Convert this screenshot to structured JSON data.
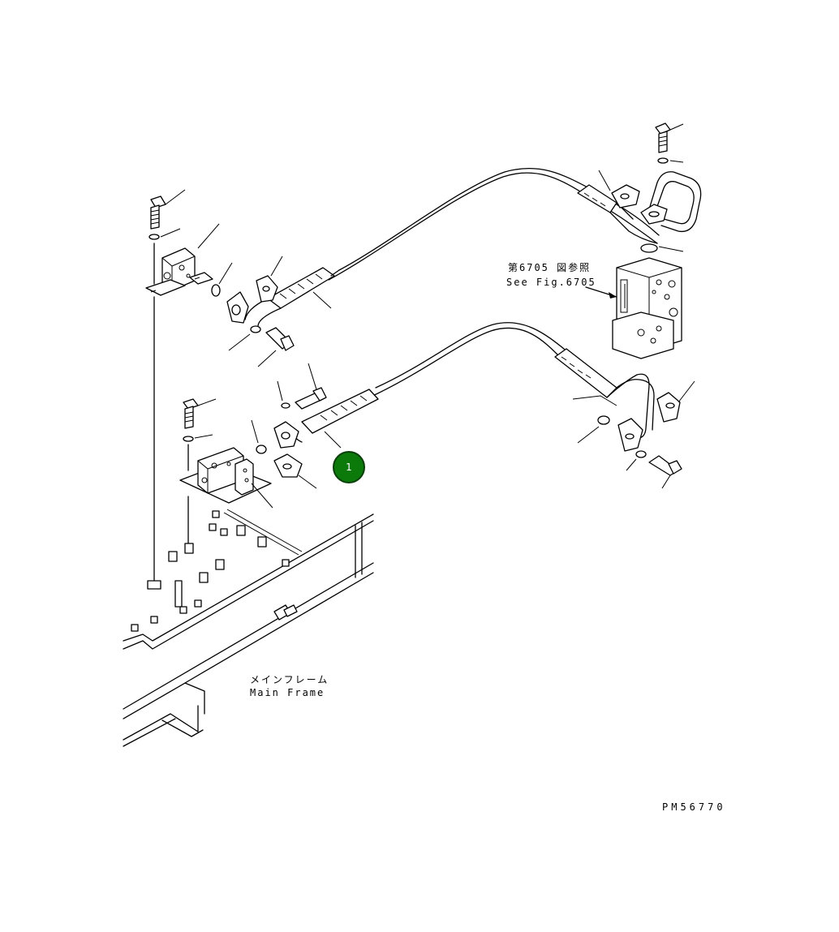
{
  "ref_note": {
    "jp": "第6705 図参照",
    "en": "See Fig.6705"
  },
  "main_frame": {
    "jp": "メインフレーム",
    "en": "Main Frame"
  },
  "drawing_id": "PM56770",
  "callout": {
    "number": "1",
    "color": "#0b7a0b"
  }
}
